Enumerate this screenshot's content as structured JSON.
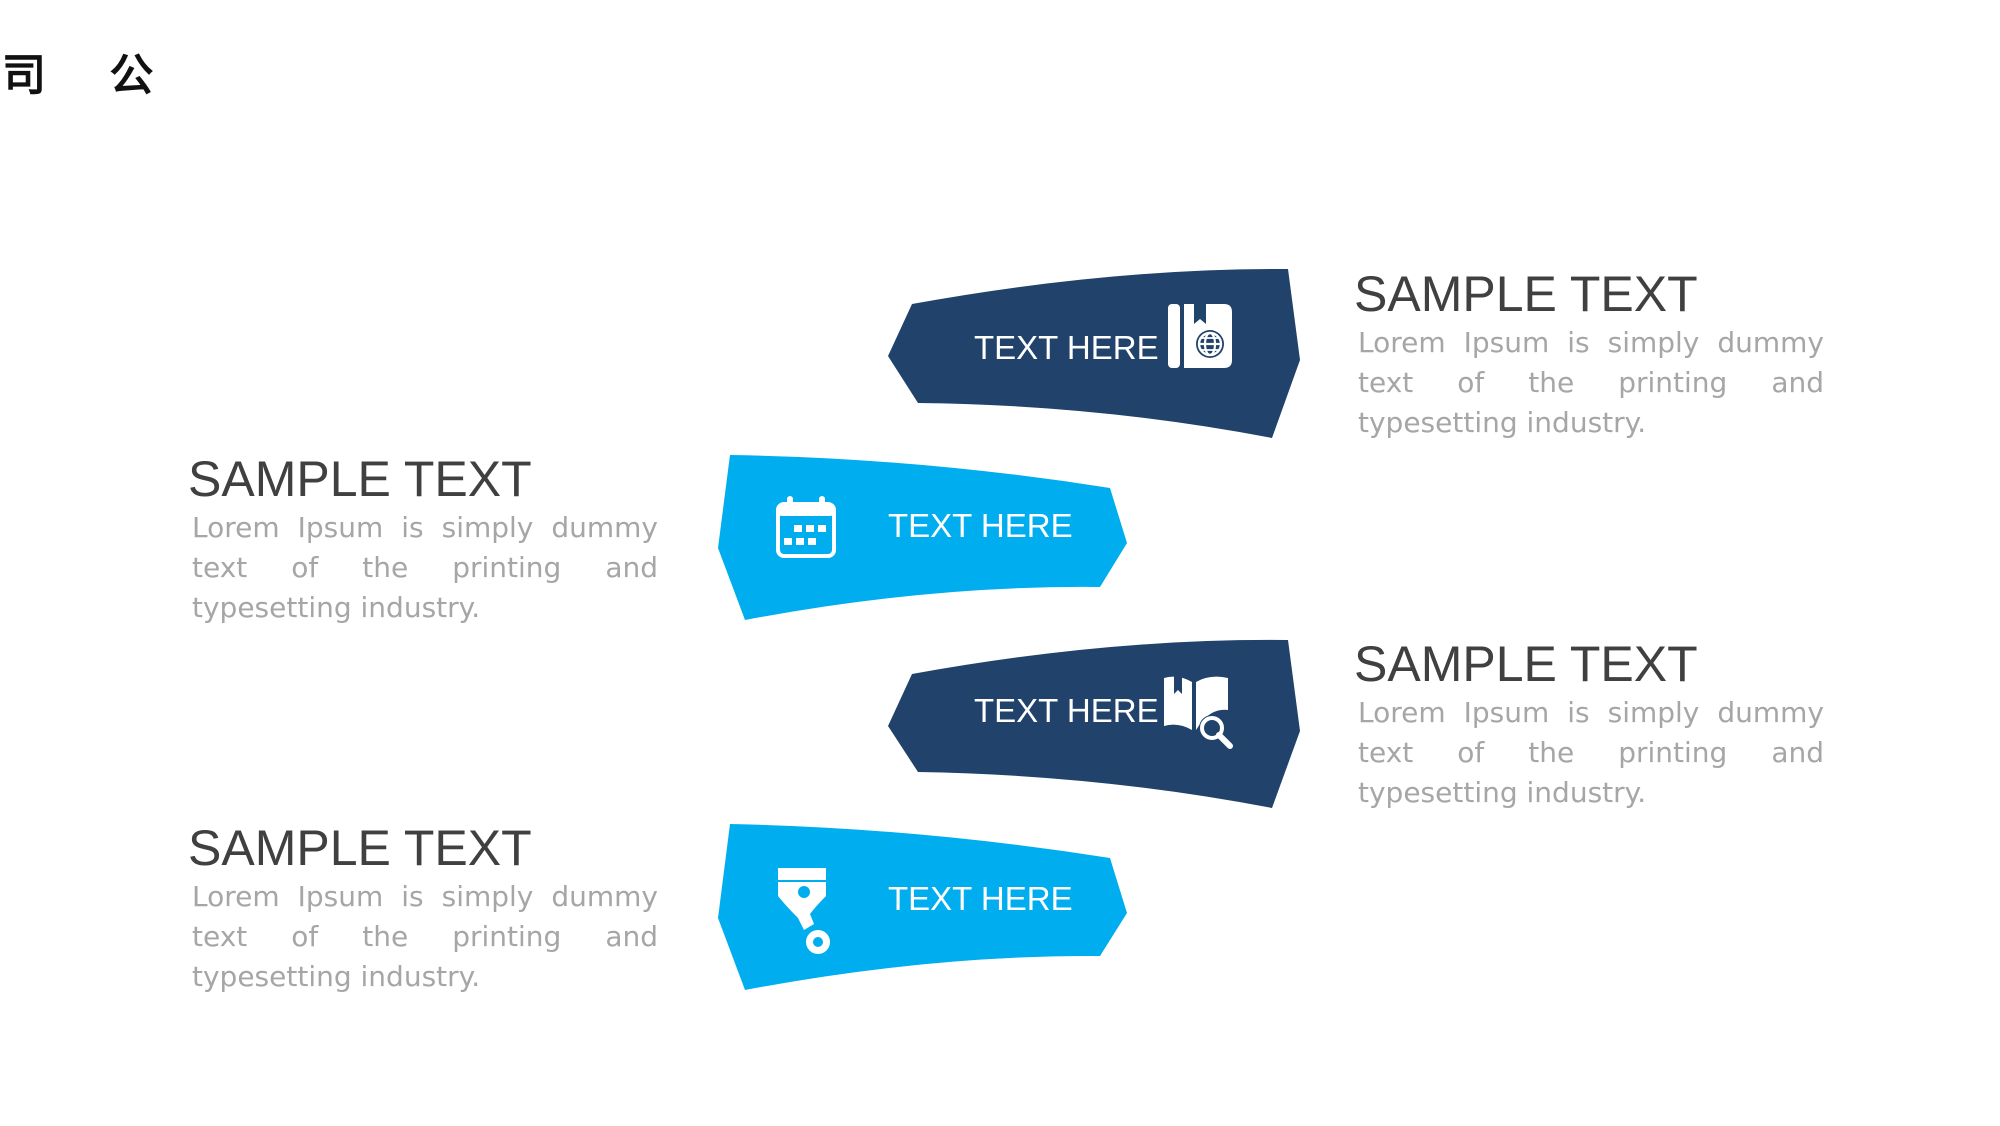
{
  "header": {
    "title": "司 公"
  },
  "colors": {
    "dark_blue": "#21436B",
    "light_blue": "#00AEEF",
    "heading": "#404040",
    "body": "#A6A6A6"
  },
  "items": [
    {
      "tab_label": "TEXT HERE",
      "icon": "passport-globe-icon",
      "heading": "SAMPLE TEXT",
      "body": "Lorem Ipsum is simply dummy text of the printing and typesetting industry."
    },
    {
      "tab_label": "TEXT HERE",
      "icon": "calendar-icon",
      "heading": "SAMPLE TEXT",
      "body": "Lorem Ipsum is simply dummy text of the printing and typesetting industry."
    },
    {
      "tab_label": "TEXT HERE",
      "icon": "book-search-icon",
      "heading": "SAMPLE TEXT",
      "body": "Lorem Ipsum is simply dummy text of the printing and typesetting industry."
    },
    {
      "tab_label": "TEXT HERE",
      "icon": "pen-nib-icon",
      "heading": "SAMPLE TEXT",
      "body": "Lorem Ipsum is simply dummy text of the printing and typesetting industry."
    }
  ]
}
